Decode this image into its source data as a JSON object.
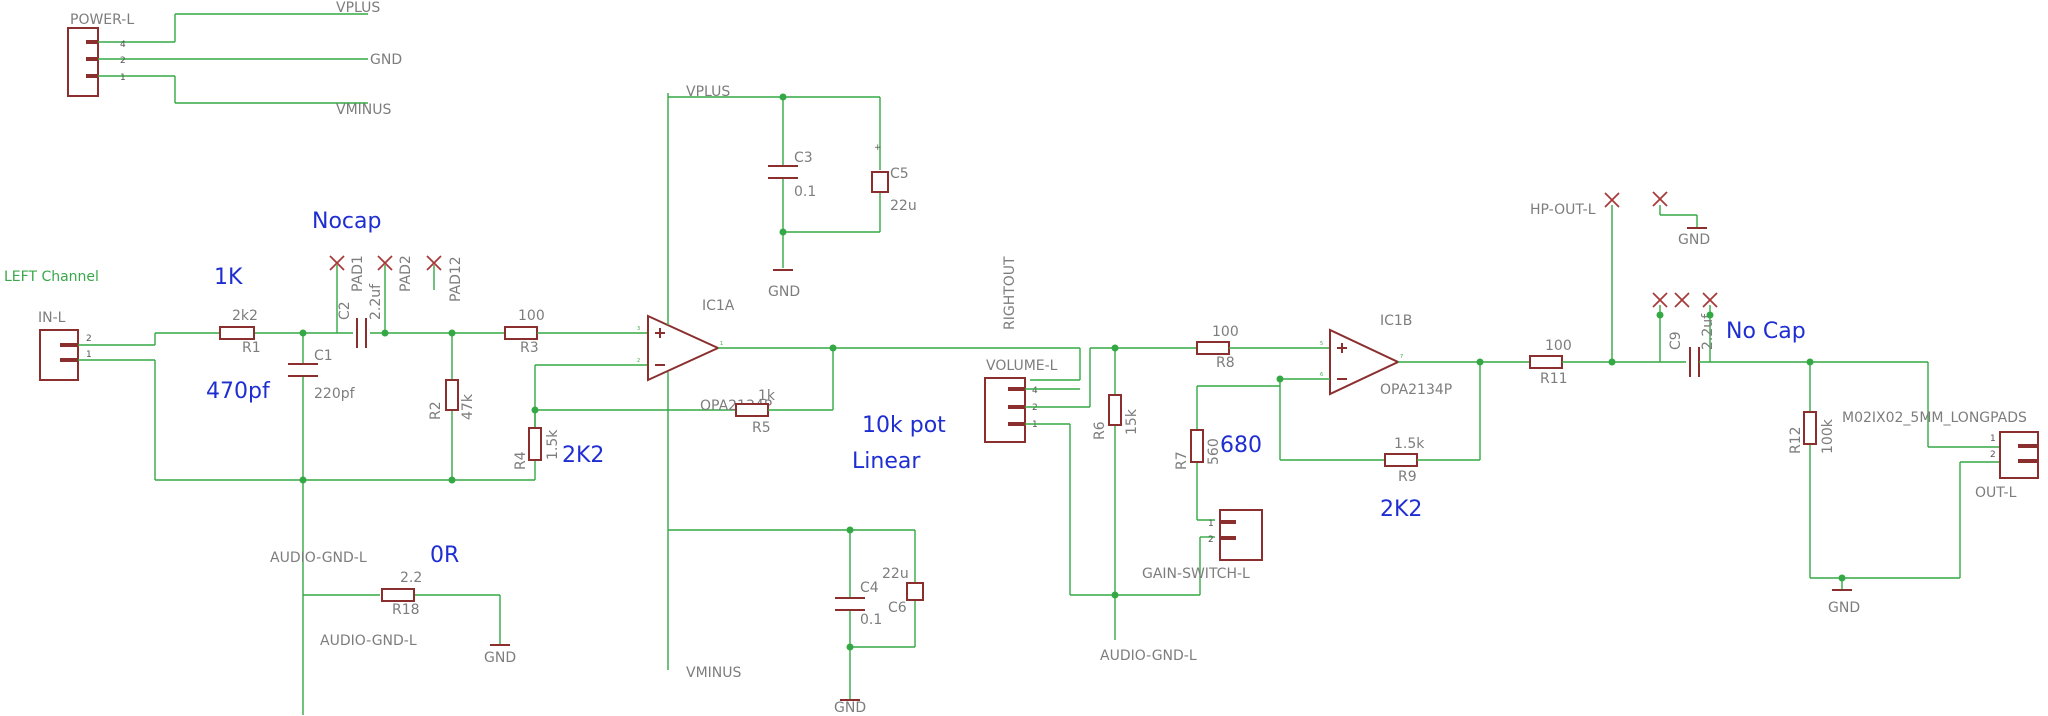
{
  "nets": {
    "vplus_top": "VPLUS",
    "gnd_top": "GND",
    "vminus_top": "VMINUS",
    "vplus_mid": "VPLUS",
    "vminus_mid": "VMINUS",
    "audio_gnd_l_1": "AUDIO-GND-L",
    "audio_gnd_l_2": "AUDIO-GND-L",
    "audio_gnd_l_3": "AUDIO-GND-L",
    "rightout": "RIGHTOUT"
  },
  "gnd_labels": [
    "GND",
    "GND",
    "GND",
    "GND",
    "GND"
  ],
  "connectors": {
    "power": "POWER-L",
    "in": "IN-L",
    "volume": "VOLUME-L",
    "gain_switch": "GAIN-SWITCH-L",
    "out": "OUT-L",
    "hp_out": "HP-OUT-L",
    "out_part": "M02IX02_5MM_LONGPADS"
  },
  "pads": {
    "pad1": "PAD1",
    "pad2": "PAD2",
    "pad12": "PAD12"
  },
  "opamps": {
    "ic1a": "IC1A",
    "ic1b": "IC1B",
    "part_a": "OPA2134P",
    "part_b": "OPA2134P"
  },
  "components": {
    "r1": {
      "name": "R1",
      "value": "2k2"
    },
    "r2": {
      "name": "R2",
      "value": "47k"
    },
    "r3": {
      "name": "R3",
      "value": "100"
    },
    "r4": {
      "name": "R4",
      "value": "1.5k"
    },
    "r5": {
      "name": "R5",
      "value": "1k"
    },
    "r6": {
      "name": "R6",
      "value": "15k"
    },
    "r7": {
      "name": "R7",
      "value": "560"
    },
    "r8": {
      "name": "R8",
      "value": "100"
    },
    "r9": {
      "name": "R9",
      "value": "1.5k"
    },
    "r11": {
      "name": "R11",
      "value": "100"
    },
    "r12": {
      "name": "R12",
      "value": "100k"
    },
    "r18": {
      "name": "R18",
      "value": "2.2"
    },
    "c1": {
      "name": "C1",
      "value": "220pf"
    },
    "c2": {
      "name": "C2",
      "value": "2.2uf"
    },
    "c3": {
      "name": "C3",
      "value": "0.1"
    },
    "c4": {
      "name": "C4",
      "value": "0.1"
    },
    "c5": {
      "name": "C5",
      "value": "22u"
    },
    "c6": {
      "name": "C6",
      "value": "22u"
    },
    "c9": {
      "name": "C9",
      "value": "2.2uf"
    }
  },
  "channel_label": "LEFT Channel",
  "annotations": {
    "nocap_left": "Nocap",
    "r1_1k": "1K",
    "c1_470pf": "470pf",
    "r4_2k2": "2K2",
    "r18_0r": "0R",
    "pot_1": "10k pot",
    "pot_2": "Linear",
    "r7_680": "680",
    "r9_2k2": "2K2",
    "nocap_right": "No Cap"
  },
  "colors": {
    "wire": "#34a844",
    "part": "#8b2e2e",
    "label": "#7d7d7d",
    "note": "#1f2ed1"
  }
}
